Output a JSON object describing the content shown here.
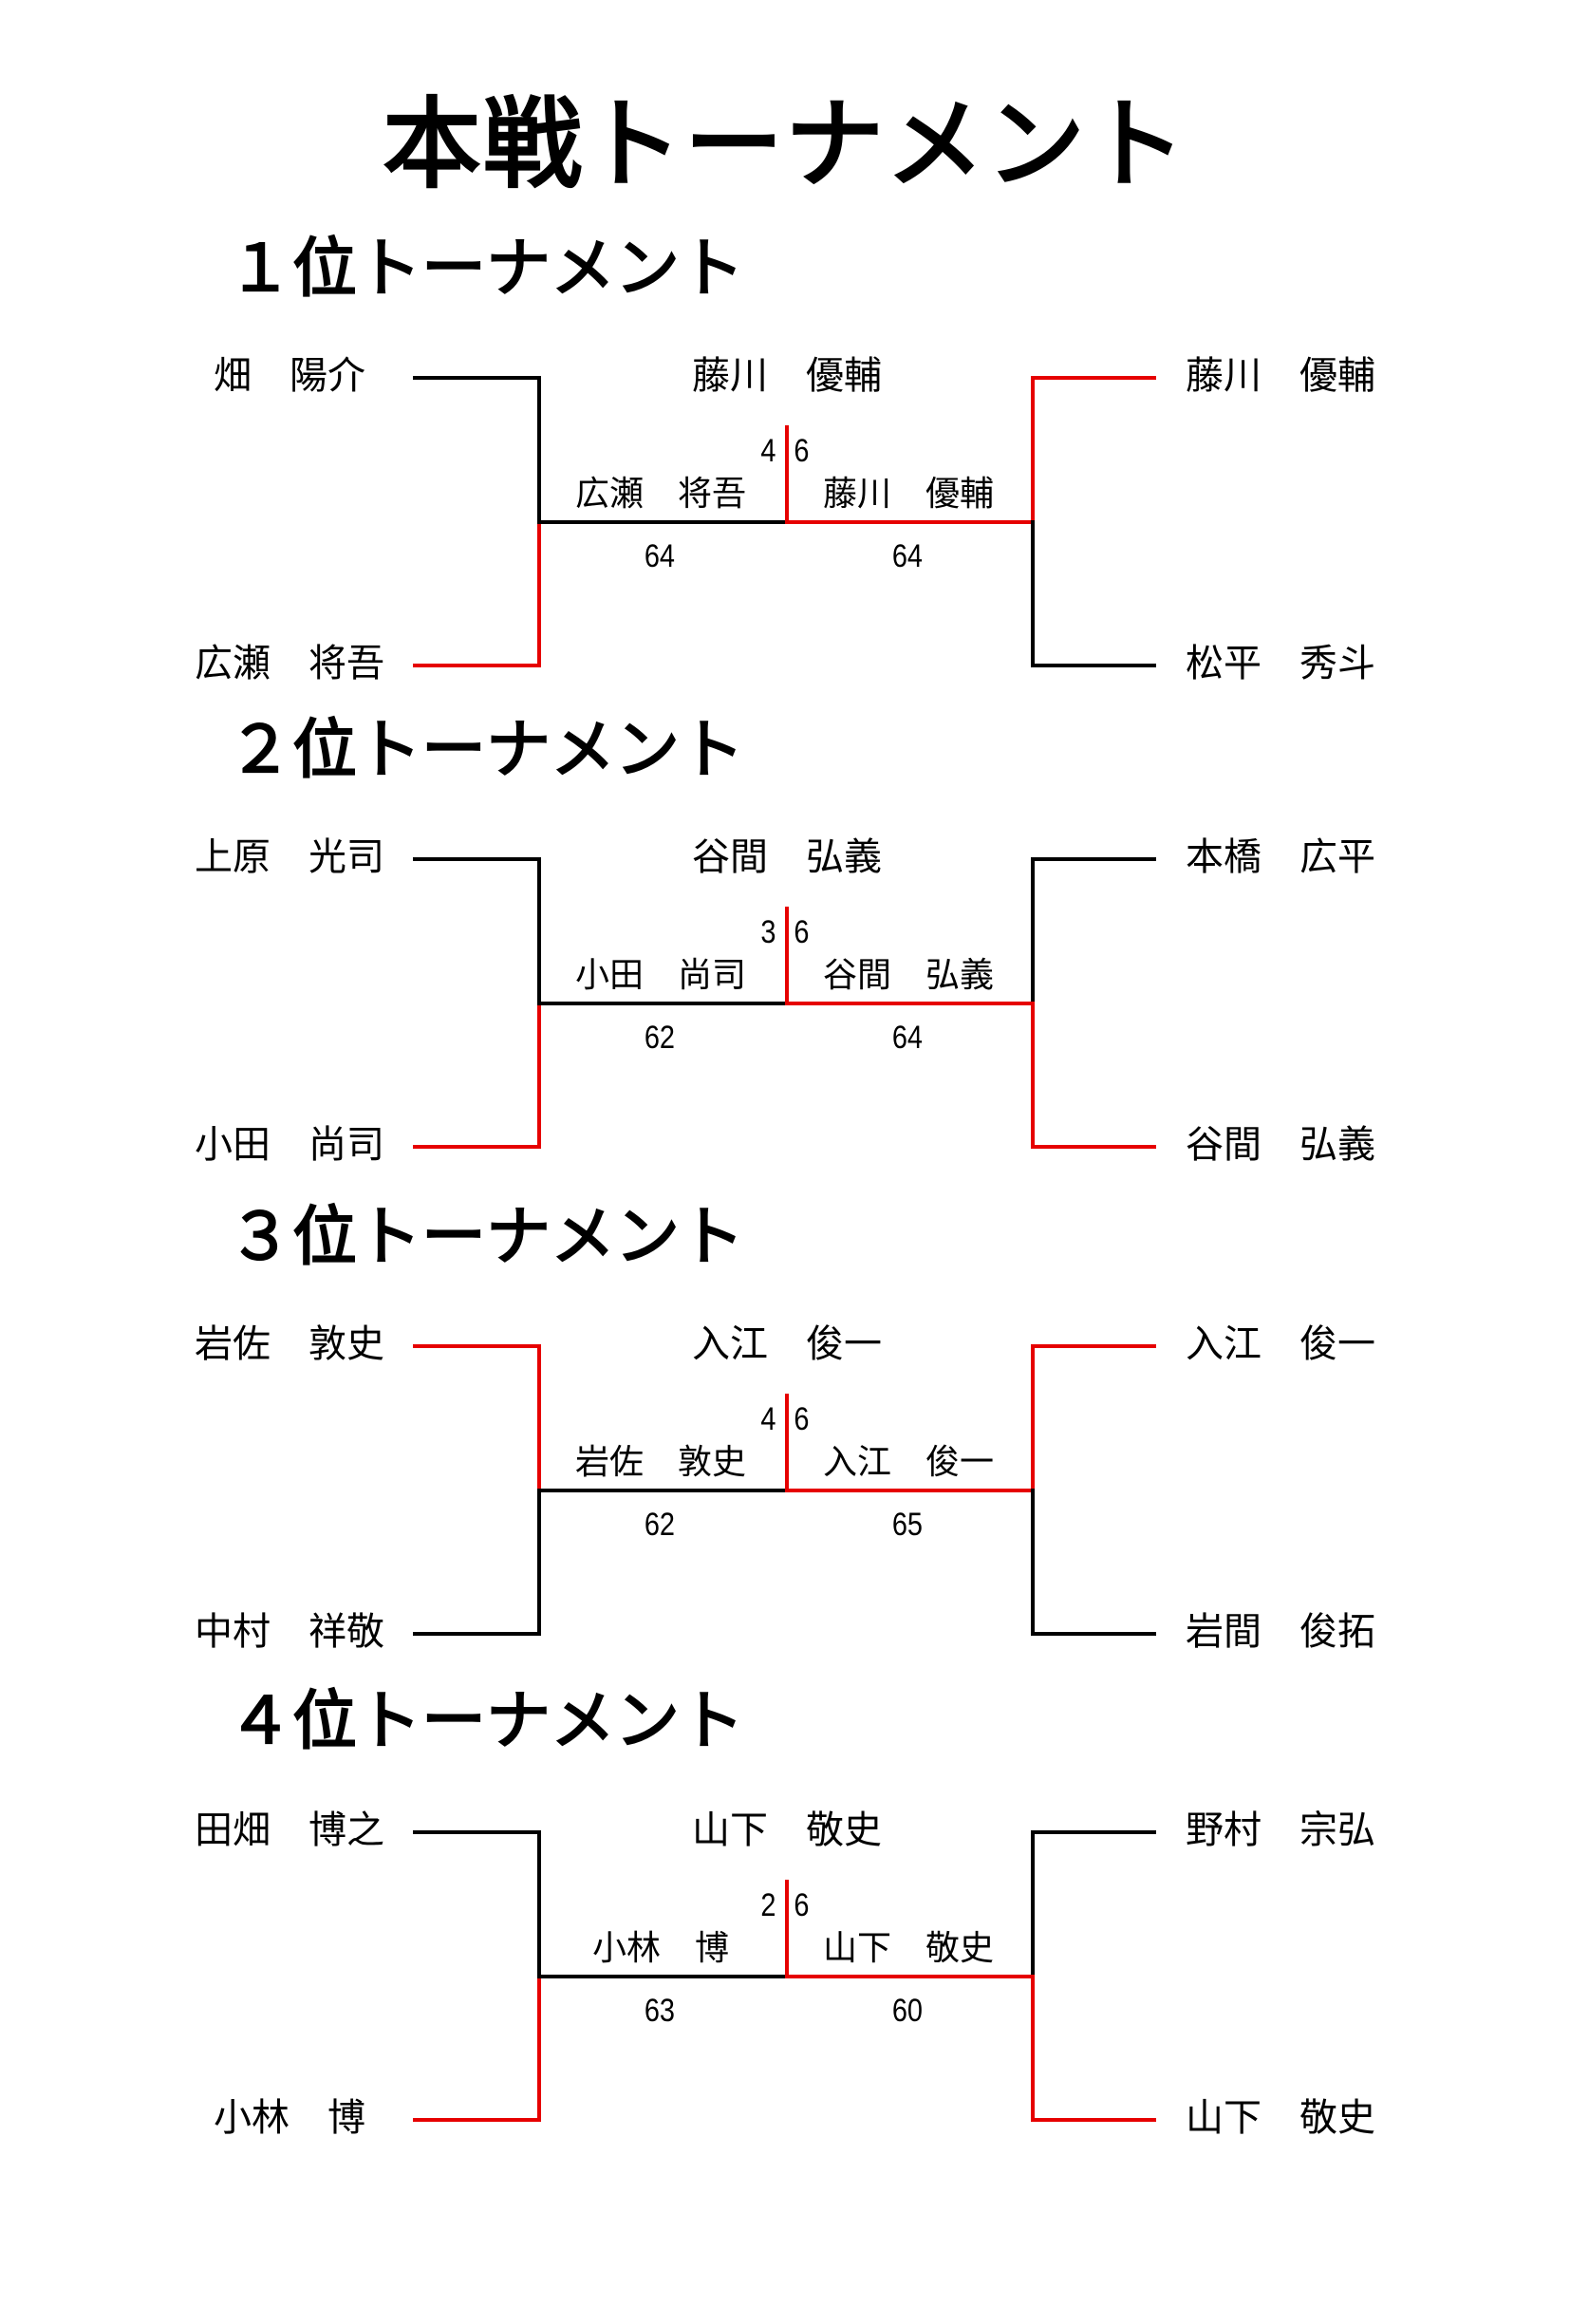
{
  "title": "本戦トーナメント",
  "colors": {
    "winner_line": "#e60000",
    "line": "#000000"
  },
  "brackets": [
    {
      "heading": "１位トーナメント",
      "left_top": "畑　陽介",
      "left_bottom": "広瀬　将吾",
      "left_winner": "bottom",
      "right_top": "藤川　優輔",
      "right_bottom": "松平　秀斗",
      "right_winner": "top",
      "semi_left": "広瀬　将吾",
      "semi_right": "藤川　優輔",
      "semi_left_score": "64",
      "semi_right_score": "64",
      "final_left_score": "4",
      "final_right_score": "6",
      "champion": "藤川　優輔",
      "final_winner": "right"
    },
    {
      "heading": "２位トーナメント",
      "left_top": "上原　光司",
      "left_bottom": "小田　尚司",
      "left_winner": "bottom",
      "right_top": "本橋　広平",
      "right_bottom": "谷間　弘義",
      "right_winner": "bottom",
      "semi_left": "小田　尚司",
      "semi_right": "谷間　弘義",
      "semi_left_score": "62",
      "semi_right_score": "64",
      "final_left_score": "3",
      "final_right_score": "6",
      "champion": "谷間　弘義",
      "final_winner": "right"
    },
    {
      "heading": "３位トーナメント",
      "left_top": "岩佐　敦史",
      "left_bottom": "中村　祥敬",
      "left_winner": "top",
      "right_top": "入江　俊一",
      "right_bottom": "岩間　俊拓",
      "right_winner": "top",
      "semi_left": "岩佐　敦史",
      "semi_right": "入江　俊一",
      "semi_left_score": "62",
      "semi_right_score": "65",
      "final_left_score": "4",
      "final_right_score": "6",
      "champion": "入江　俊一",
      "final_winner": "right"
    },
    {
      "heading": "４位トーナメント",
      "left_top": "田畑　博之",
      "left_bottom": "小林　博",
      "left_winner": "bottom",
      "right_top": "野村　宗弘",
      "right_bottom": "山下　敬史",
      "right_winner": "bottom",
      "semi_left": "小林　博",
      "semi_right": "山下　敬史",
      "semi_left_score": "63",
      "semi_right_score": "60",
      "final_left_score": "2",
      "final_right_score": "6",
      "champion": "山下　敬史",
      "final_winner": "right"
    }
  ]
}
